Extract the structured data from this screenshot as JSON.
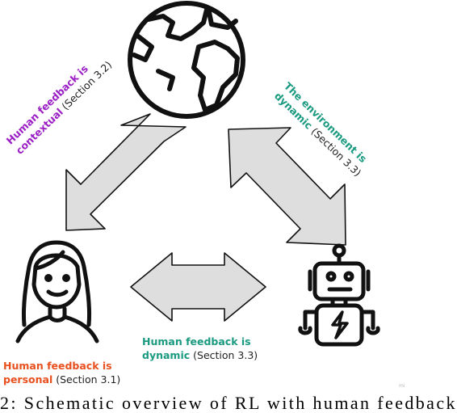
{
  "colors": {
    "accent_purple": "#9b1fc4",
    "accent_teal": "#1a9a80",
    "accent_orange": "#e8501e",
    "arrow_fill": "#dedede",
    "outline": "#111111"
  },
  "icons": {
    "world": "globe-icon",
    "human": "woman-icon",
    "agent": "robot-icon"
  },
  "labels": {
    "contextual": {
      "highlight_line1": "Human feedback is",
      "highlight_line2": "contextual",
      "ref": "(Section 3.2)"
    },
    "environment": {
      "highlight_line1": "The environment is",
      "highlight_line2": "dynamic",
      "ref": "(Section 3.3)"
    },
    "dynamic": {
      "highlight_line1": "Human feedback is",
      "highlight_line2": "dynamic",
      "ref": "(Section 3.3)"
    },
    "personal": {
      "highlight_line1": "Human feedback is",
      "highlight_line2": "personal",
      "ref": "(Section 3.1)"
    }
  },
  "caption": {
    "text": "2: Schematic overview of RL with human feedback"
  },
  "watermark": {
    "text": "mi"
  }
}
